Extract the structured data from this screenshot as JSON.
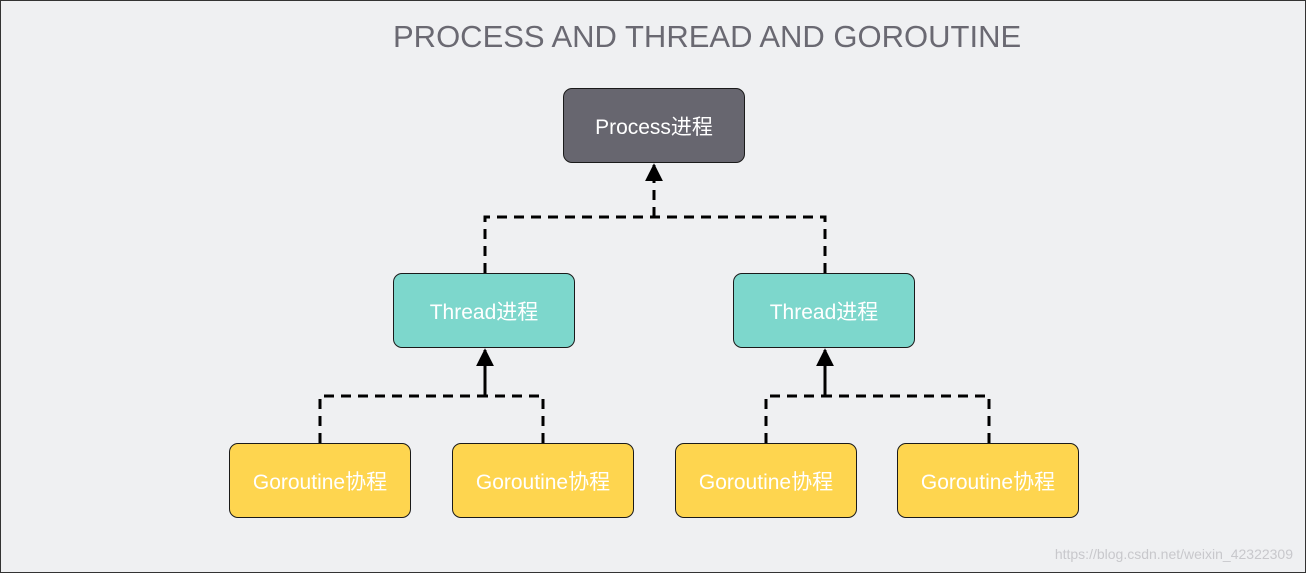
{
  "diagram": {
    "title": "PROCESS AND THREAD AND GOROUTINE",
    "nodes": {
      "process": "Process进程",
      "thread_1": "Thread进程",
      "thread_2": "Thread进程",
      "goroutine_1": "Goroutine协程",
      "goroutine_2": "Goroutine协程",
      "goroutine_3": "Goroutine协程",
      "goroutine_4": "Goroutine协程"
    },
    "edges": [
      {
        "from": "thread_1",
        "to": "process",
        "style": "dashed"
      },
      {
        "from": "thread_2",
        "to": "process",
        "style": "dashed"
      },
      {
        "from": "goroutine_1",
        "to": "thread_1",
        "style": "dashed"
      },
      {
        "from": "goroutine_2",
        "to": "thread_1",
        "style": "dashed"
      },
      {
        "from": "goroutine_3",
        "to": "thread_2",
        "style": "dashed"
      },
      {
        "from": "goroutine_4",
        "to": "thread_2",
        "style": "dashed"
      }
    ],
    "colors": {
      "process": "#67666f",
      "thread": "#7dd7cc",
      "goroutine": "#fed54f",
      "background": "#eff0f2"
    }
  },
  "watermark": "https://blog.csdn.net/weixin_42322309"
}
